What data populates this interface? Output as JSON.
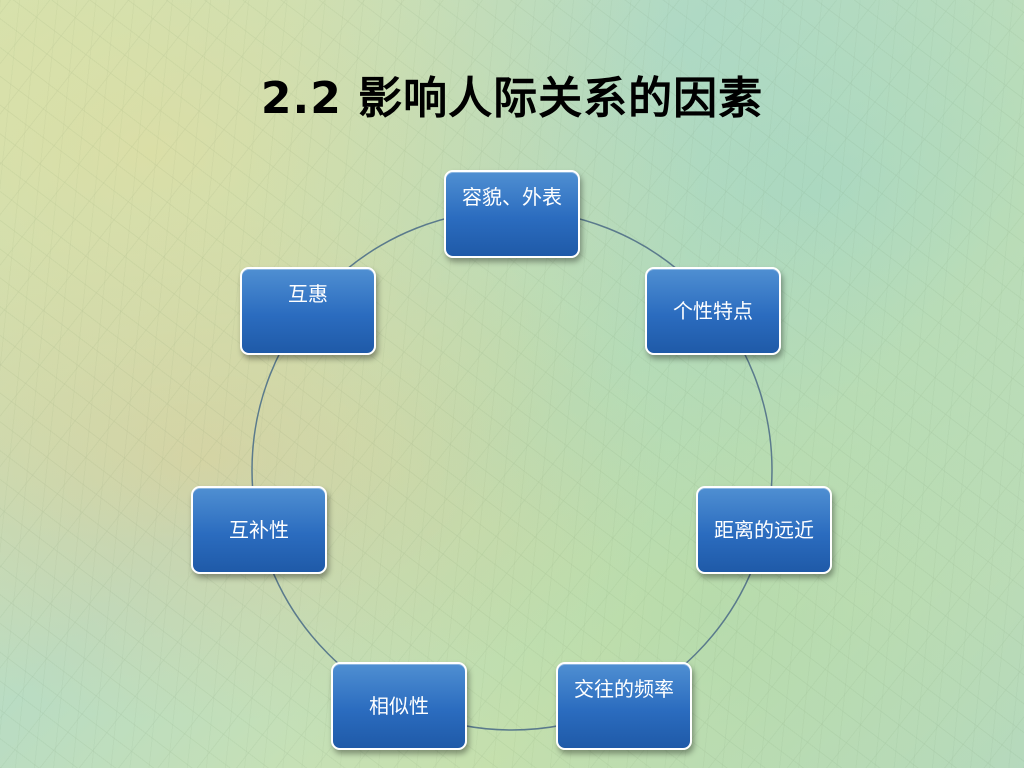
{
  "slide": {
    "title": "2.2 影响人际关系的因素"
  },
  "diagram": {
    "type": "cycle",
    "nodes": [
      {
        "id": "appearance",
        "label": "容貌、外表"
      },
      {
        "id": "personality",
        "label": "个性特点"
      },
      {
        "id": "distance",
        "label": "距离的远近"
      },
      {
        "id": "frequency",
        "label": "交往的频率"
      },
      {
        "id": "similarity",
        "label": "相似性"
      },
      {
        "id": "complementarity",
        "label": "互补性"
      },
      {
        "id": "reciprocity",
        "label": "互惠"
      }
    ],
    "colors": {
      "node_fill": "#2b6cbf",
      "node_border": "#ffffff",
      "connector": "#5a7a8c"
    }
  }
}
